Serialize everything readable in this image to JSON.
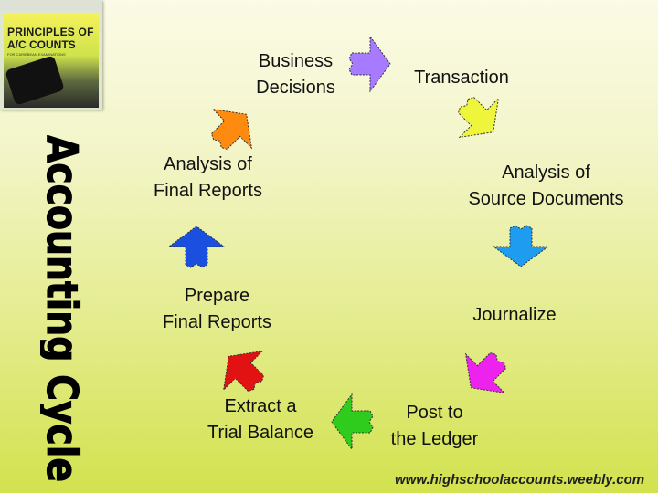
{
  "book": {
    "title_line1": "PRINCIPLES OF",
    "title_line2": "A/C COUNTS",
    "subtitle": "FOR CARIBBEAN EXAMINATIONS"
  },
  "side_title": "Accounting Cycle",
  "steps": [
    {
      "label": "Business\nDecisions",
      "arrow_color": "#a77bff"
    },
    {
      "label": "Transaction",
      "arrow_color": "#eef53a"
    },
    {
      "label": "Analysis of\nSource Documents",
      "arrow_color": "#1e9cf0"
    },
    {
      "label": "Journalize",
      "arrow_color": "#ee22ee"
    },
    {
      "label": "Post to\nthe Ledger",
      "arrow_color": "#2fcc1e"
    },
    {
      "label": "Extract a\nTrial Balance",
      "arrow_color": "#e31212"
    },
    {
      "label": "Prepare\nFinal Reports",
      "arrow_color": "#1a4fe0"
    },
    {
      "label": "Analysis of\nFinal Reports",
      "arrow_color": "#ff8a10"
    }
  ],
  "website": "www.highschoolaccounts.weebly.com"
}
